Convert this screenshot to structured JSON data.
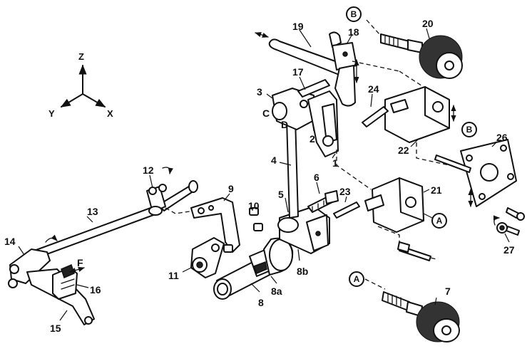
{
  "axes": {
    "z": "Z",
    "y": "Y",
    "x": "X"
  },
  "callouts": {
    "p1": "1",
    "p2": "2",
    "p3": "3",
    "p4": "4",
    "p5": "5",
    "p6": "6",
    "p7": "7",
    "p8": "8",
    "p8a": "8a",
    "p8b": "8b",
    "p9": "9",
    "p10": "10",
    "p11": "11",
    "p12": "12",
    "p13": "13",
    "p14": "14",
    "p15": "15",
    "p16": "16",
    "p17": "17",
    "p18": "18",
    "p19": "19",
    "p20": "20",
    "p21": "21",
    "p22": "22",
    "p23": "23",
    "p24": "24",
    "p26": "26",
    "p27": "27"
  },
  "letters": {
    "c": "C",
    "d": "D",
    "f": "F"
  },
  "markers": {
    "a": "A",
    "b": "B"
  }
}
